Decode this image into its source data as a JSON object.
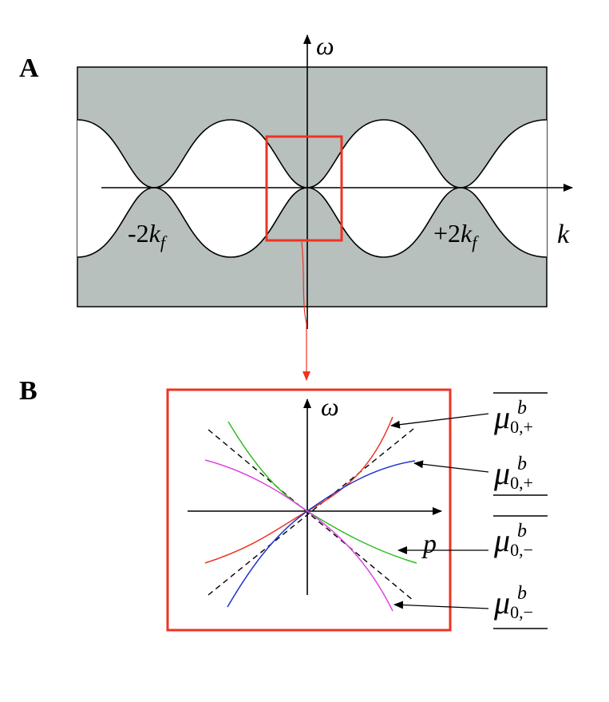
{
  "panels": {
    "a": {
      "label": "A",
      "x_axis": "k",
      "y_axis": "ω",
      "marker_left": {
        "sign": "-2",
        "var": "k",
        "sub": "f"
      },
      "marker_right": {
        "sign": "+2",
        "var": "k",
        "sub": "f"
      }
    },
    "b": {
      "label": "B",
      "x_axis": "p",
      "y_axis": "ω",
      "curves": [
        {
          "id": "mu-0-plus-bar",
          "sym": "μ",
          "sup": "b",
          "sub": "0,+",
          "bar": "over",
          "color": "#ee3322"
        },
        {
          "id": "mu-0-plus-under",
          "sym": "μ",
          "sup": "b",
          "sub": "0,+",
          "bar": "under",
          "color": "#2233cc"
        },
        {
          "id": "mu-0-minus-bar",
          "sym": "μ",
          "sup": "b",
          "sub": "0,−",
          "bar": "over",
          "color": "#33bb22"
        },
        {
          "id": "mu-0-minus-under",
          "sym": "μ",
          "sup": "b",
          "sub": "0,−",
          "bar": "under",
          "color": "#dd44dd"
        }
      ]
    }
  },
  "colors": {
    "shade": "#b7c0bd",
    "highlight": "#ee3322",
    "axis": "#000000",
    "dashed": "#000000"
  }
}
